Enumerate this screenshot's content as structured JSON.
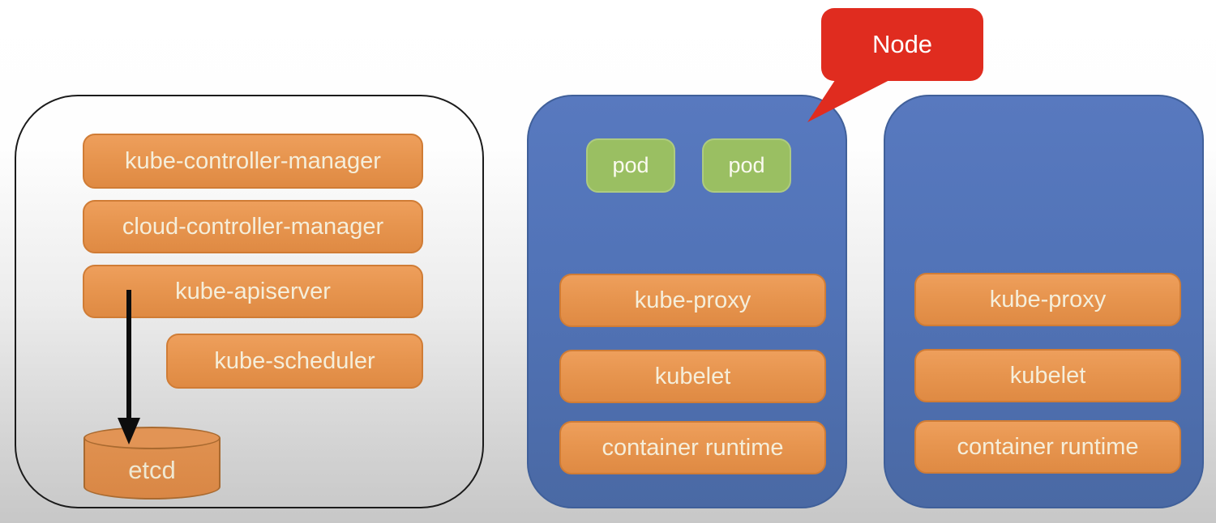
{
  "diagram": {
    "title_hint": "kubernetes-cluster-architecture"
  },
  "control_plane": {
    "components": [
      "kube-controller-manager",
      "cloud-controller-manager",
      "kube-apiserver",
      "kube-scheduler"
    ],
    "datastore": "etcd",
    "arrow": "kube-apiserver to etcd"
  },
  "nodes": [
    {
      "pods": [
        "pod",
        "pod"
      ],
      "components": [
        "kube-proxy",
        "kubelet",
        "container runtime"
      ]
    },
    {
      "pods": [],
      "components": [
        "kube-proxy",
        "kubelet",
        "container runtime"
      ]
    }
  ],
  "callout": {
    "label": "Node"
  },
  "palette": {
    "background_top": "#ffffff",
    "background_bottom": "#c7c7c7",
    "panel_border": "#1b1b1b",
    "node_fill": "#5173b7",
    "node_border": "#40609a",
    "component_fill": "#e7954f",
    "component_border": "#d07c35",
    "component_text": "#f5eeda",
    "pod_fill": "#9abf62",
    "pod_border": "#aecb80",
    "etcd_fill": "#d98745",
    "etcd_border": "#a96a30",
    "callout_fill": "#e02c1f",
    "callout_text": "#ffffff",
    "arrow_color": "#0d0d0d"
  }
}
